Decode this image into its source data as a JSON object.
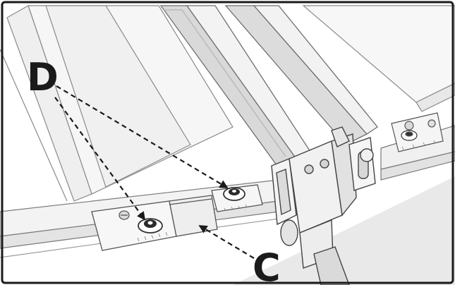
{
  "diagram": {
    "callouts": {
      "d": {
        "label": "D",
        "targets": 2,
        "style": "dashed-arrow"
      },
      "c": {
        "label": "C",
        "targets": 1,
        "style": "dashed-arrow"
      }
    },
    "colors": {
      "line": "#1a1a1a",
      "outline": "#8a8a8a",
      "light_fill": "#f4f4f4",
      "mid_fill": "#e3e3e3",
      "floor": "#e6e6e6",
      "frame_border": "#1a1a1a"
    },
    "parts": [
      "table-extension-panel",
      "rip-fence-rail",
      "fence-clamp",
      "front-rail",
      "scale-bracket-left",
      "scale-bracket-right",
      "knob-screw-left",
      "knob-screw-right"
    ]
  }
}
